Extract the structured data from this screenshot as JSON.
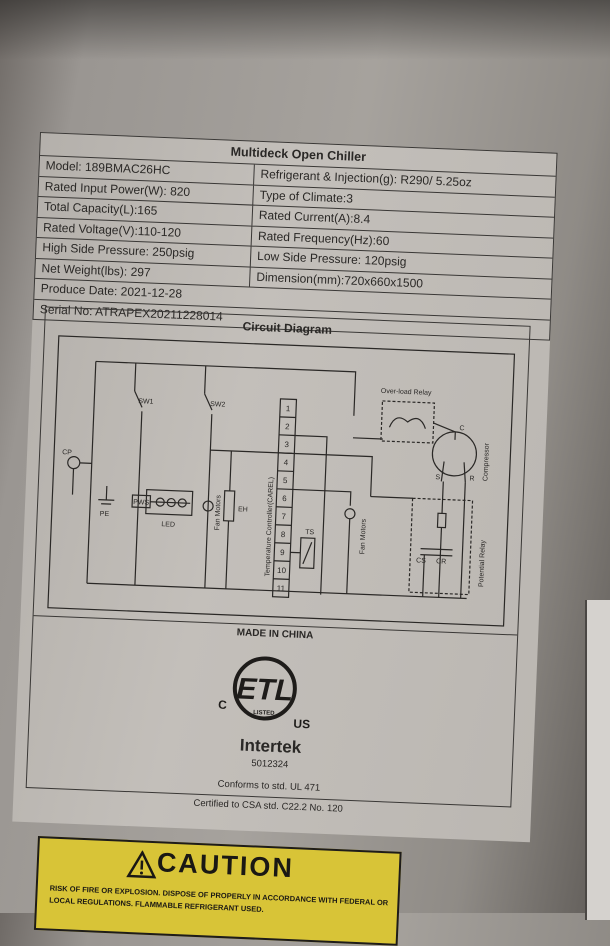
{
  "table": {
    "title": "Multideck Open Chiller",
    "rows": [
      [
        "Model: 189BMAC26HC",
        "Refrigerant & Injection(g): R290/ 5.25oz"
      ],
      [
        "Rated Input Power(W): 820",
        "Type of Climate:3"
      ],
      [
        "Total Capacity(L):165",
        "Rated Current(A):8.4"
      ],
      [
        "Rated Voltage(V):110-120",
        "Rated Frequency(Hz):60"
      ],
      [
        "High Side Pressure: 250psig",
        "Low Side Pressure: 120psig"
      ],
      [
        "Net Weight(lbs): 297",
        "Dimension(mm):720x660x1500"
      ]
    ],
    "produce_date": "Produce Date: 2021-12-28",
    "serial": "Serial No: ATRAPEX20211228014"
  },
  "circuit": {
    "title": "Circuit Diagram",
    "labels": {
      "cp": "CP",
      "pe": "PE",
      "sw1": "SW1",
      "sw2": "SW2",
      "pws": "PWS",
      "led": "LED",
      "fan_motors_left": "Fan Motors",
      "eh": "EH",
      "temp_controller": "Temperature Controller(CAREL)",
      "ts": "TS",
      "fan_motors_right": "Fan Motors",
      "overload": "Over-load Relay",
      "compressor": "Compressor",
      "c": "C",
      "s": "S",
      "r": "R",
      "cs": "CS",
      "cr": "CR",
      "potential_relay": "Potential Relay"
    },
    "terminals": [
      "1",
      "2",
      "3",
      "4",
      "5",
      "6",
      "7",
      "8",
      "9",
      "10",
      "11"
    ]
  },
  "cert": {
    "made_in": "MADE IN CHINA",
    "etl_letters": "ETL",
    "etl_listed": "LISTED",
    "etl_c": "C",
    "etl_us": "US",
    "brand": "Intertek",
    "number": "5012324",
    "conforms": "Conforms to std. UL 471",
    "certified": "Certified to CSA std. C22.2 No. 120"
  },
  "caution": {
    "word": "CAUTION",
    "line1": "RISK OF FIRE OR EXPLOSION. DISPOSE OF PROPERLY IN ACCORDANCE WITH FEDERAL OR",
    "line2": "LOCAL REGULATIONS. FLAMMABLE REFRIGERANT USED."
  },
  "colors": {
    "label_bg": "#c3bfba",
    "ink": "#2a2826",
    "caution_yellow": "#d8c437"
  }
}
